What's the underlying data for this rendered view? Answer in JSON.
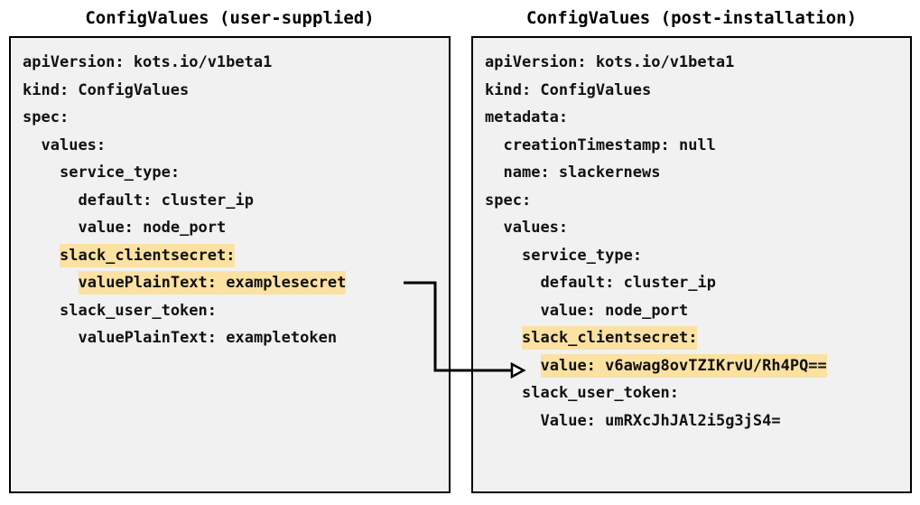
{
  "diagram": {
    "title_left": "ConfigValues (user-supplied)",
    "title_right": "ConfigValues (post-installation)",
    "highlight_color": "#fbe2a3",
    "box_background": "#f1f1f1",
    "box_border_color": "#000000",
    "text_color": "#111111",
    "connector_color": "#000000",
    "connector_label": "",
    "connector_arrowhead": "open-triangle"
  },
  "left_panel": {
    "lines": [
      {
        "indent": 0,
        "segments": [
          {
            "text": "apiVersion: kots.io/v1beta1",
            "highlight": false
          }
        ]
      },
      {
        "indent": 0,
        "segments": [
          {
            "text": "kind: ConfigValues",
            "highlight": false
          }
        ]
      },
      {
        "indent": 0,
        "segments": [
          {
            "text": "spec:",
            "highlight": false
          }
        ]
      },
      {
        "indent": 1,
        "segments": [
          {
            "text": "values:",
            "highlight": false
          }
        ]
      },
      {
        "indent": 2,
        "segments": [
          {
            "text": "service_type:",
            "highlight": false
          }
        ]
      },
      {
        "indent": 3,
        "segments": [
          {
            "text": "default: cluster_ip",
            "highlight": false
          }
        ]
      },
      {
        "indent": 3,
        "segments": [
          {
            "text": "value: node_port",
            "highlight": false
          }
        ]
      },
      {
        "indent": 2,
        "segments": [
          {
            "text": "slack_clientsecret:",
            "highlight": true
          }
        ]
      },
      {
        "indent": 3,
        "segments": [
          {
            "text": "valuePlainText: examplesecret",
            "highlight": true
          }
        ]
      },
      {
        "indent": 2,
        "segments": [
          {
            "text": "slack_user_token:",
            "highlight": false
          }
        ]
      },
      {
        "indent": 3,
        "segments": [
          {
            "text": "valuePlainText: exampletoken",
            "highlight": false
          }
        ]
      }
    ]
  },
  "right_panel": {
    "lines": [
      {
        "indent": 0,
        "segments": [
          {
            "text": "apiVersion: kots.io/v1beta1",
            "highlight": false
          }
        ]
      },
      {
        "indent": 0,
        "segments": [
          {
            "text": "kind: ConfigValues",
            "highlight": false
          }
        ]
      },
      {
        "indent": 0,
        "segments": [
          {
            "text": "metadata:",
            "highlight": false
          }
        ]
      },
      {
        "indent": 1,
        "segments": [
          {
            "text": "creationTimestamp: null",
            "highlight": false
          }
        ]
      },
      {
        "indent": 1,
        "segments": [
          {
            "text": "name: slackernews",
            "highlight": false
          }
        ]
      },
      {
        "indent": 0,
        "segments": [
          {
            "text": "spec:",
            "highlight": false
          }
        ]
      },
      {
        "indent": 1,
        "segments": [
          {
            "text": "values:",
            "highlight": false
          }
        ]
      },
      {
        "indent": 2,
        "segments": [
          {
            "text": "service_type:",
            "highlight": false
          }
        ]
      },
      {
        "indent": 3,
        "segments": [
          {
            "text": "default: cluster_ip",
            "highlight": false
          }
        ]
      },
      {
        "indent": 3,
        "segments": [
          {
            "text": "value: node_port",
            "highlight": false
          }
        ]
      },
      {
        "indent": 2,
        "segments": [
          {
            "text": "slack_clientsecret:",
            "highlight": true
          }
        ]
      },
      {
        "indent": 3,
        "segments": [
          {
            "text": "value: v6awag8ovTZIKrvU/Rh4PQ==",
            "highlight": true
          }
        ]
      },
      {
        "indent": 2,
        "segments": [
          {
            "text": "slack_user_token:",
            "highlight": false
          }
        ]
      },
      {
        "indent": 3,
        "segments": [
          {
            "text": "Value: umRXcJhJAl2i5g3jS4=",
            "highlight": false
          }
        ]
      }
    ]
  }
}
